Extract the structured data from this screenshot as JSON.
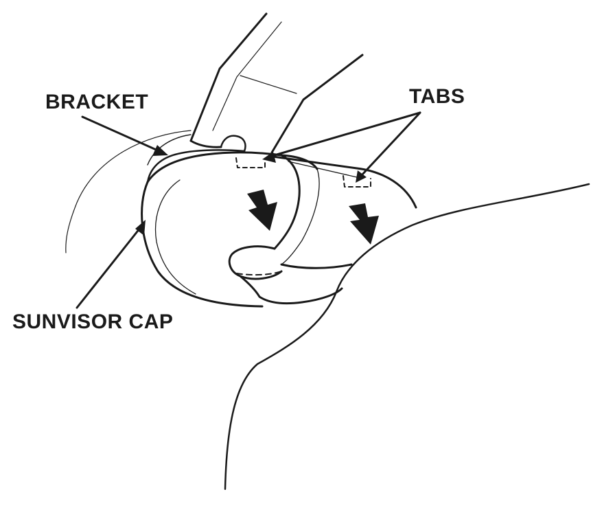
{
  "diagram": {
    "labels": {
      "bracket": "BRACKET",
      "tabs": "TABS",
      "sunvisor_cap": "SUNVISOR CAP"
    },
    "colors": {
      "ink": "#1a1a1a",
      "background": "#ffffff"
    }
  }
}
